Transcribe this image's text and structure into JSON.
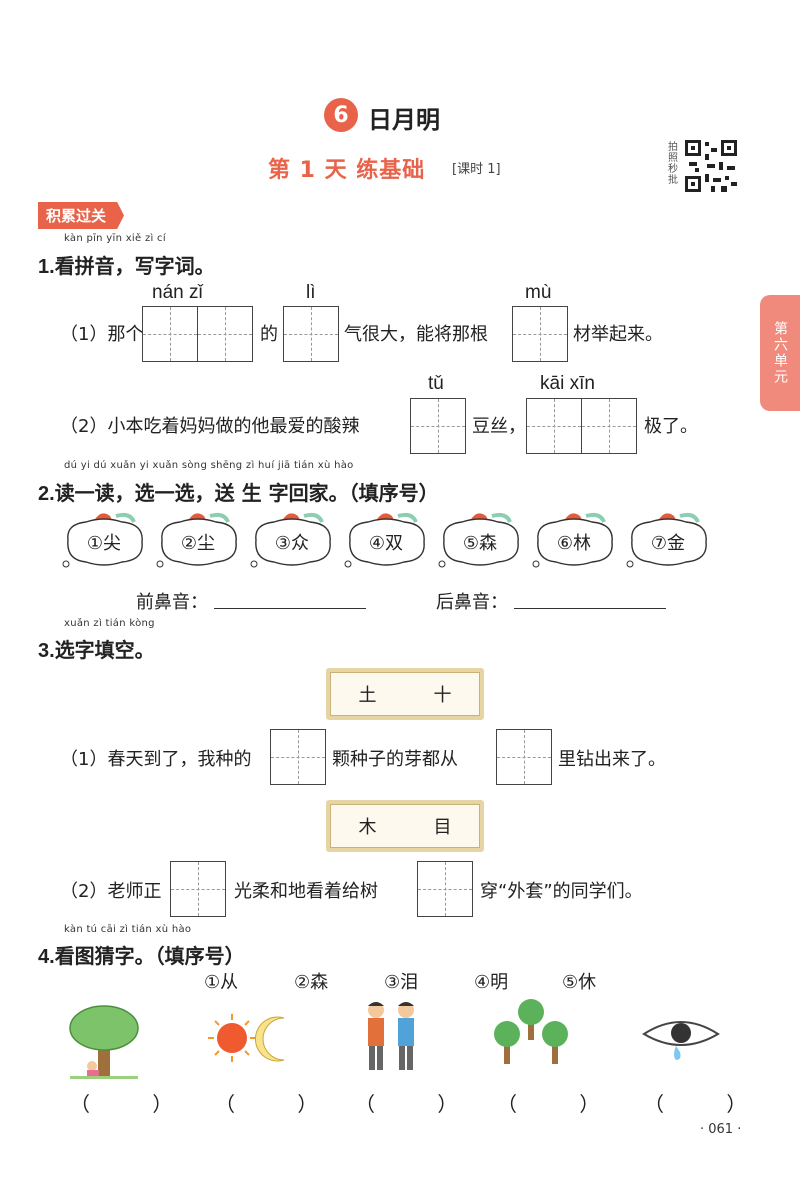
{
  "header": {
    "unit_number": "6",
    "lesson_title": "日月明",
    "day_title": "第 1 天    练基础",
    "period": "[课时 1]",
    "qr_label": "拍照秒批",
    "side_tab": "第六单元"
  },
  "section_tag": "积累过关",
  "q1": {
    "pinyin": "kàn pīn yīn   xiě  zì  cí",
    "number": "1.",
    "title": "看拼音，写字词。",
    "line1": {
      "prefix": "（1）那个",
      "py_a": "nán   zǐ",
      "mid": "的",
      "py_b": "lì",
      "text2": "气很大，能将那根",
      "py_c": "mù",
      "suffix": "材举起来。"
    },
    "line2": {
      "prefix": "（2）小本吃着妈妈做的他最爱的酸辣",
      "py_a": "tǔ",
      "mid": "豆丝，",
      "py_b": "kāi    xīn",
      "suffix": "极了。"
    }
  },
  "q2": {
    "pinyin": "dú   yi   dú    xuǎn  yi  xuǎn   sòng shēng  zì   huí   jiā        tián  xù  hào",
    "number": "2.",
    "title": "读一读，选一选，送 生 字回家。（填序号）",
    "items": [
      "①尖",
      "②尘",
      "③众",
      "④双",
      "⑤森",
      "⑥林",
      "⑦金"
    ],
    "front_nasal": "前鼻音：",
    "back_nasal": "后鼻音："
  },
  "q3": {
    "pinyin": "xuǎn  zì  tián kòng",
    "number": "3.",
    "title": "选字填空。",
    "board1": [
      "土",
      "十"
    ],
    "line1": {
      "prefix": "（1）春天到了，我种的",
      "mid": "颗种子的芽都从",
      "suffix": "里钻出来了。"
    },
    "board2": [
      "木",
      "目"
    ],
    "line2": {
      "prefix": "（2）老师正",
      "mid": "光柔和地看着给树",
      "suffix": "穿“外套”的同学们。"
    }
  },
  "q4": {
    "pinyin": "kàn  tú  cāi  zì          tián  xù  hào",
    "number": "4.",
    "title": "看图猜字。（填序号）",
    "options": [
      "①从",
      "②森",
      "③泪",
      "④明",
      "⑤休"
    ],
    "pictures": [
      "person-under-tree",
      "sun-and-moon",
      "two-people",
      "three-trees",
      "eye-with-tear"
    ],
    "answer_paren": "（ ）"
  },
  "page_number": "· 061 ·",
  "colors": {
    "accent": "#e8634a",
    "side_tab": "#ef8a7c",
    "board": "#e7d4a5"
  }
}
